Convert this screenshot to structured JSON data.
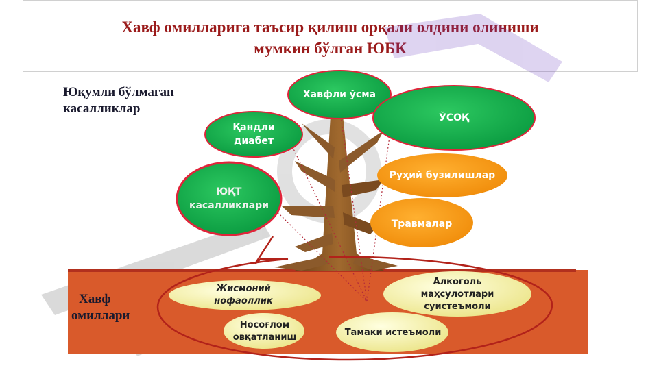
{
  "title": "Хавф омилларига таъсир қилиш орқали олдини олиниши мумкин бўлган ЮБК",
  "title_line1": "Хавф омилларига таъсир қилиш орқали олдини олиниши",
  "title_line2": "мумкин бўлган ЮБК",
  "section_top": "Юқумли бўлмаган касалликлар",
  "section_top_line1": "Юқумли бўлмаган",
  "section_top_line2": "касалликлар",
  "section_bottom_line1": "Хавф",
  "section_bottom_line2": "омиллари",
  "diseases": {
    "tumor": "Хавфли ўсма",
    "copd": "ЎСОҚ",
    "diabetes": "Қандли диабет",
    "mental": "Руҳий бузилишлар",
    "cvd": "ЮҚТ касалликлари",
    "trauma": "Травмалар"
  },
  "risk_factors": {
    "inactivity": "Жисмоний нофаоллик",
    "alcohol": "Алкоголь маҳсулотлари суистеъмоли",
    "diet": "Носоғлом овқатланиш",
    "tobacco": "Тамаки истеъмоли"
  },
  "colors": {
    "title": "#9b1b1b",
    "green_node": "#12a84a",
    "red_border": "#e0243a",
    "orange_node": "#f39a12",
    "ground": "#d95a2b",
    "trunk": "#8b5a2b",
    "risk_node": "#f3efa0"
  }
}
